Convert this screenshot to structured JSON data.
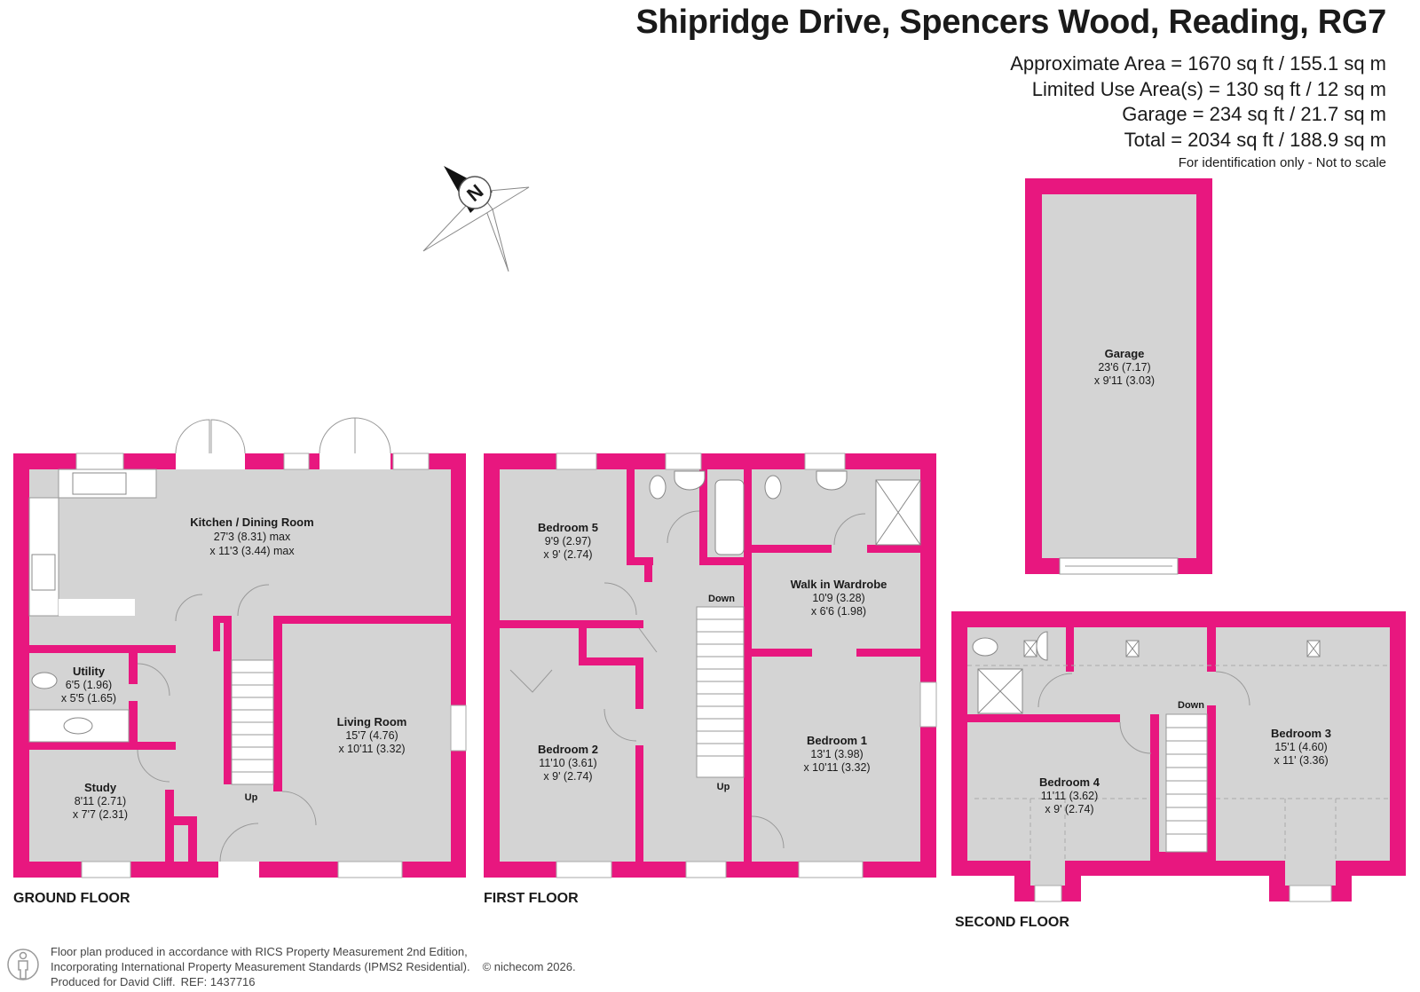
{
  "header": {
    "title": "Shipridge Drive, Spencers Wood, Reading, RG7",
    "areas": [
      "Approximate Area = 1670 sq ft / 155.1 sq m",
      "Limited Use Area(s) = 130 sq ft / 12 sq m",
      "Garage = 234 sq ft / 21.7 sq m",
      "Total = 2034 sq ft / 188.9 sq m"
    ],
    "note": "For identification only - Not to scale"
  },
  "compass": {
    "label": "N"
  },
  "colors": {
    "wall": "#e8177f",
    "floor": "#d4d4d4",
    "background": "#ffffff"
  },
  "floors": {
    "ground": "GROUND FLOOR",
    "first": "FIRST FLOOR",
    "second": "SECOND FLOOR"
  },
  "rooms": {
    "kitchen": {
      "name": "Kitchen / Dining Room",
      "dim1": "27'3 (8.31) max",
      "dim2": "x 11'3 (3.44) max"
    },
    "utility": {
      "name": "Utility",
      "dim1": "6'5 (1.96)",
      "dim2": "x 5'5 (1.65)"
    },
    "study": {
      "name": "Study",
      "dim1": "8'11 (2.71)",
      "dim2": "x 7'7 (2.31)"
    },
    "living": {
      "name": "Living Room",
      "dim1": "15'7 (4.76)",
      "dim2": "x 10'11 (3.32)"
    },
    "bed5": {
      "name": "Bedroom 5",
      "dim1": "9'9 (2.97)",
      "dim2": "x 9' (2.74)"
    },
    "bed2": {
      "name": "Bedroom 2",
      "dim1": "11'10 (3.61)",
      "dim2": "x 9' (2.74)"
    },
    "wardrobe": {
      "name": "Walk in Wardrobe",
      "dim1": "10'9 (3.28)",
      "dim2": "x 6'6 (1.98)"
    },
    "bed1": {
      "name": "Bedroom 1",
      "dim1": "13'1 (3.98)",
      "dim2": "x 10'11 (3.32)"
    },
    "garage": {
      "name": "Garage",
      "dim1": "23'6 (7.17)",
      "dim2": "x 9'11 (3.03)"
    },
    "bed4": {
      "name": "Bedroom 4",
      "dim1": "11'11 (3.62)",
      "dim2": "x 9' (2.74)"
    },
    "bed3": {
      "name": "Bedroom 3",
      "dim1": "15'1 (4.60)",
      "dim2": "x 11' (3.36)"
    }
  },
  "stairs": {
    "up": "Up",
    "down": "Down"
  },
  "footer": {
    "line1": "Floor plan produced in accordance with RICS Property Measurement 2nd Edition,",
    "line2": "Incorporating International Property Measurement Standards (IPMS2 Residential).",
    "copyright": "© nichecom 2026.",
    "line3": "Produced for David Cliff.",
    "ref": "REF:  1437716"
  }
}
